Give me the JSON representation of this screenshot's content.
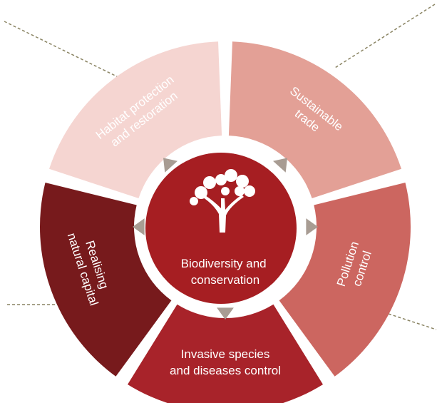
{
  "colors": {
    "background": "#ffffff",
    "connector": "#8a8463",
    "gap": "#ffffff",
    "arrow": "#a89c93",
    "center_fill": "#a61e22",
    "text": "#ffffff"
  },
  "center": {
    "icon": "tree-icon",
    "label_line1": "Biodiversity and",
    "label_line2": "conservation"
  },
  "segments": [
    {
      "id": "habitat",
      "line1": "Habitat protection",
      "line2": "and restoration",
      "color": "#f5d5d1"
    },
    {
      "id": "trade",
      "line1": "Sustainable",
      "line2": "trade",
      "color": "#e3a096"
    },
    {
      "id": "pollution",
      "line1": "Pollution",
      "line2": "control",
      "color": "#cc6660"
    },
    {
      "id": "invasive",
      "line1": "Invasive species",
      "line2": "and diseases control",
      "color": "#a8232a"
    },
    {
      "id": "natural",
      "line1": "Realising",
      "line2": "natural capital",
      "color": "#771a1c"
    }
  ]
}
